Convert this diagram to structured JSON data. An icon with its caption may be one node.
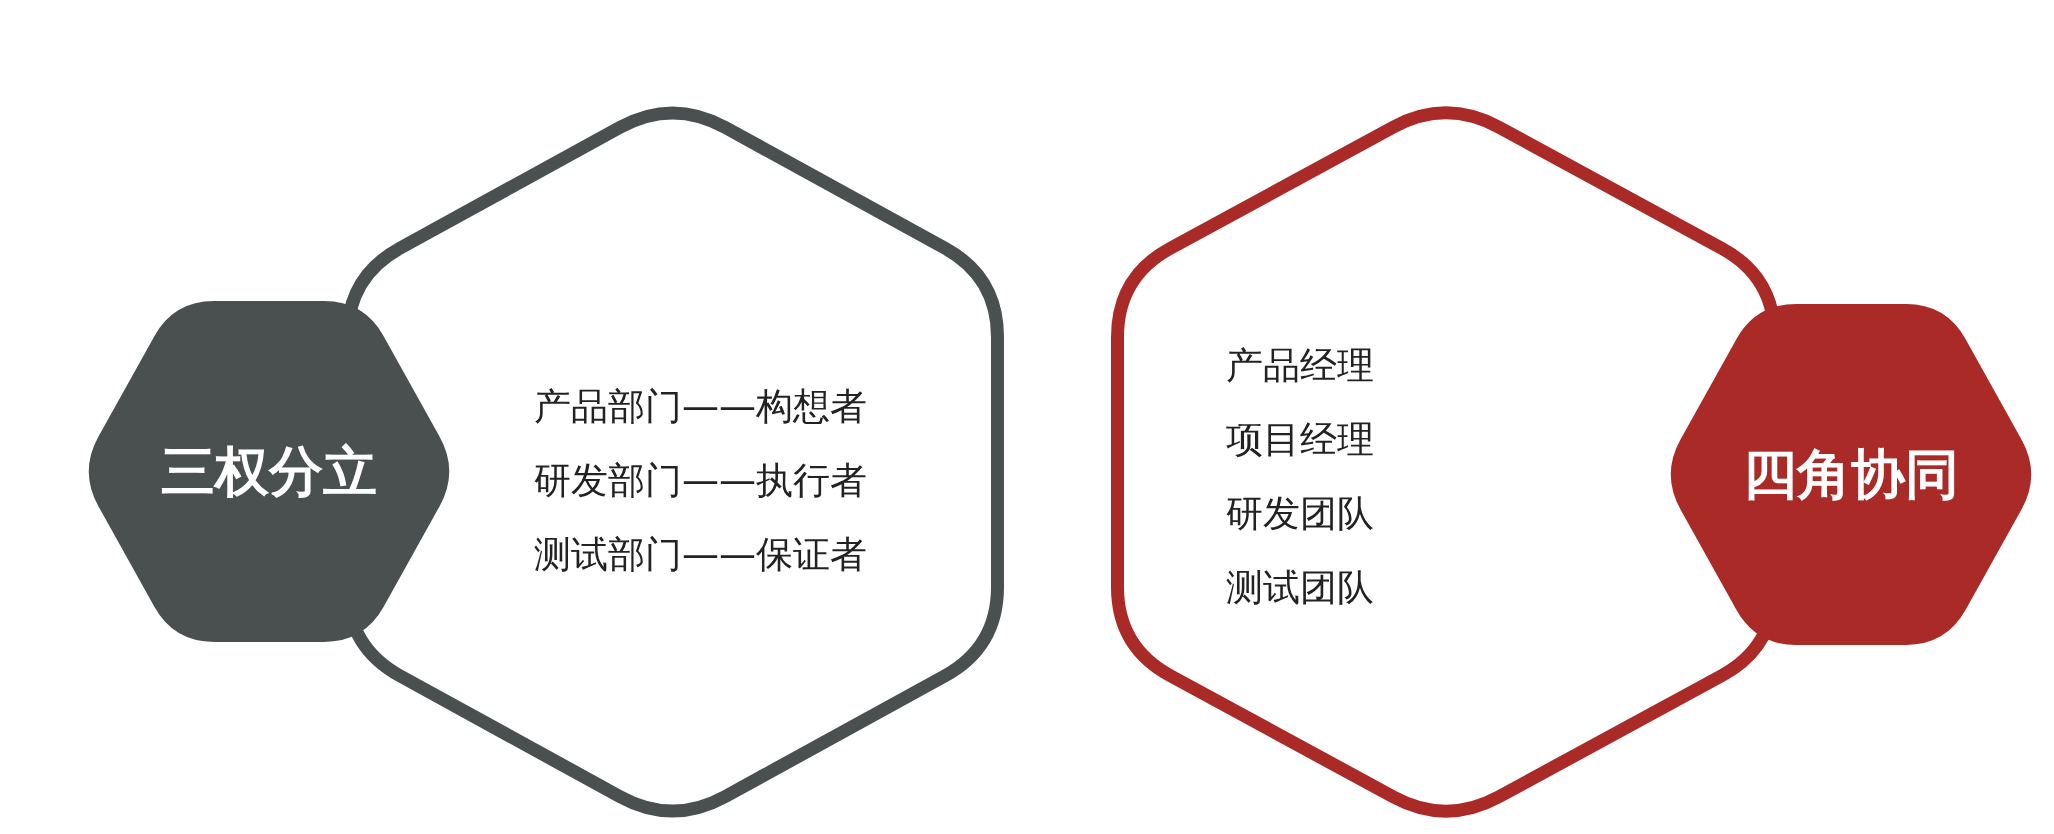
{
  "diagram": {
    "nodes": [
      {
        "text": [
          "产品部门——构想者",
          "研发部门——执行者",
          "测试部门——保证者"
        ]
      },
      {
        "text": [
          "三权分立"
        ]
      },
      {
        "text": [
          "产品经理",
          "项目经理",
          "研发团队",
          "测试团队"
        ]
      },
      {
        "text": [
          "四角协同"
        ]
      }
    ]
  }
}
